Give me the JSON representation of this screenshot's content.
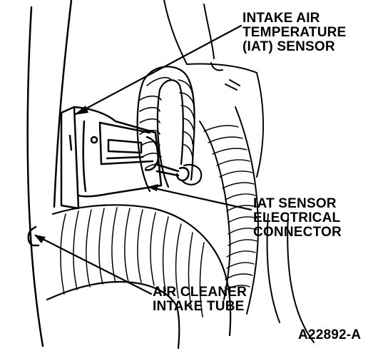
{
  "labels": {
    "iat_sensor": [
      "INTAKE AIR",
      "TEMPERATURE",
      "(IAT) SENSOR"
    ],
    "connector": [
      "IAT SENSOR",
      "ELECTRICAL",
      "CONNECTOR"
    ],
    "intake_tube": [
      "AIR CLEANER",
      "INTAKE TUBE"
    ]
  },
  "figure_id": "A22892-A",
  "colors": {
    "ink": "#000000",
    "paper": "#ffffff"
  }
}
